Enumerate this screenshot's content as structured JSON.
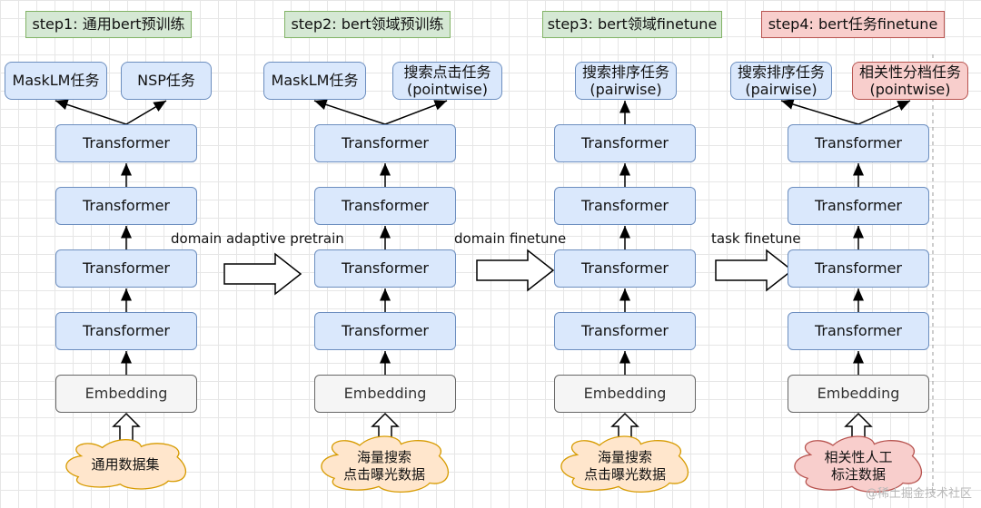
{
  "steps": [
    {
      "title": "step1: 通用bert预训练"
    },
    {
      "title": "step2: bert领域预训练"
    },
    {
      "title": "step3: bert领域finetune"
    },
    {
      "title": "step4: bert任务finetune"
    }
  ],
  "tasks": {
    "c1": [
      "MaskLM任务",
      "NSP任务"
    ],
    "c2": [
      "MaskLM任务",
      "搜索点击任务\n(pointwise)"
    ],
    "c3": [
      "搜索排序任务\n(pairwise)"
    ],
    "c4": [
      "搜索排序任务\n(pairwise)",
      "相关性分档任务\n(pointwise)"
    ]
  },
  "transformer_label": "Transformer",
  "embedding_label": "Embedding",
  "data_sources": [
    "通用数据集",
    "海量搜索\n点击曝光数据",
    "海量搜索\n点击曝光数据",
    "相关性人工\n标注数据"
  ],
  "phases": [
    "domain adaptive pretrain",
    "domain finetune",
    "task finetune"
  ],
  "watermark": "@稀土掘金技术社区",
  "colors": {
    "green_fill": "#d5e8d4",
    "green_stroke": "#82b366",
    "blue_fill": "#dae8fc",
    "blue_stroke": "#6c8ebf",
    "red_fill": "#f8cecc",
    "red_stroke": "#b85450",
    "gray_fill": "#f5f5f5",
    "gray_stroke": "#666666",
    "cloud_fill": "#ffe6cc",
    "cloud_stroke": "#d79b00"
  }
}
